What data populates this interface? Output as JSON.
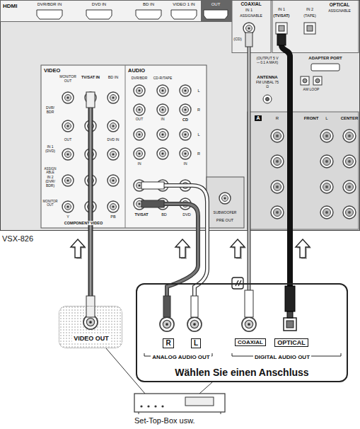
{
  "diagram": {
    "nodes": [
      {
        "text": [
          "VIDEO OUT"
        ]
      },
      {
        "text": [
          "R",
          "L",
          "COAXIAL",
          "OPTICAL",
          "ANALOG AUDIO OUT",
          "DIGITAL AUDIO OUT",
          "Wählen Sie einen Anschluss"
        ]
      }
    ],
    "labels": [
      "HDMI",
      "DVR/BDR IN",
      "DVD IN",
      "BD IN",
      "VIDEO 1 IN",
      "OUT",
      "COAXIAL",
      "IN 1",
      "(CD)",
      "IN 1",
      "IN 2",
      "OPTICAL",
      "ASSIGNABLE",
      "ASSIGNABLE",
      "(TV/SAT)",
      "(TAPE)",
      "VIDEO",
      "MONITOR OUT",
      "TV/SAT IN",
      "BD IN",
      "AUDIO",
      "DVR/BDR",
      "CD-R/TAPE",
      "OUT",
      "IN",
      "L",
      "R",
      "CD",
      "L",
      "R",
      "IN",
      "IN",
      "TV/SAT",
      "BD",
      "DVD",
      "DVR/ BDR",
      "OUT",
      "DVD IN",
      "IN 1 (DVD)",
      "ASSIGN ABLE",
      "IN 2 (DVR/ BDR)",
      "MONITOR OUT",
      "Y",
      "PB",
      "COMPONENT VIDEO",
      "SUBWOOFER",
      "PRE OUT",
      "ADAPTER PORT",
      "(OUTPUT 5 V ⎓ 0.1 A MAX)",
      "ANTENNA",
      "FM UNBAL 75 Ω",
      "AM LOOP",
      "A",
      "R",
      "FRONT",
      "L",
      "CENTER",
      "VSX-826",
      "Set-Top-Box usw."
    ]
  }
}
